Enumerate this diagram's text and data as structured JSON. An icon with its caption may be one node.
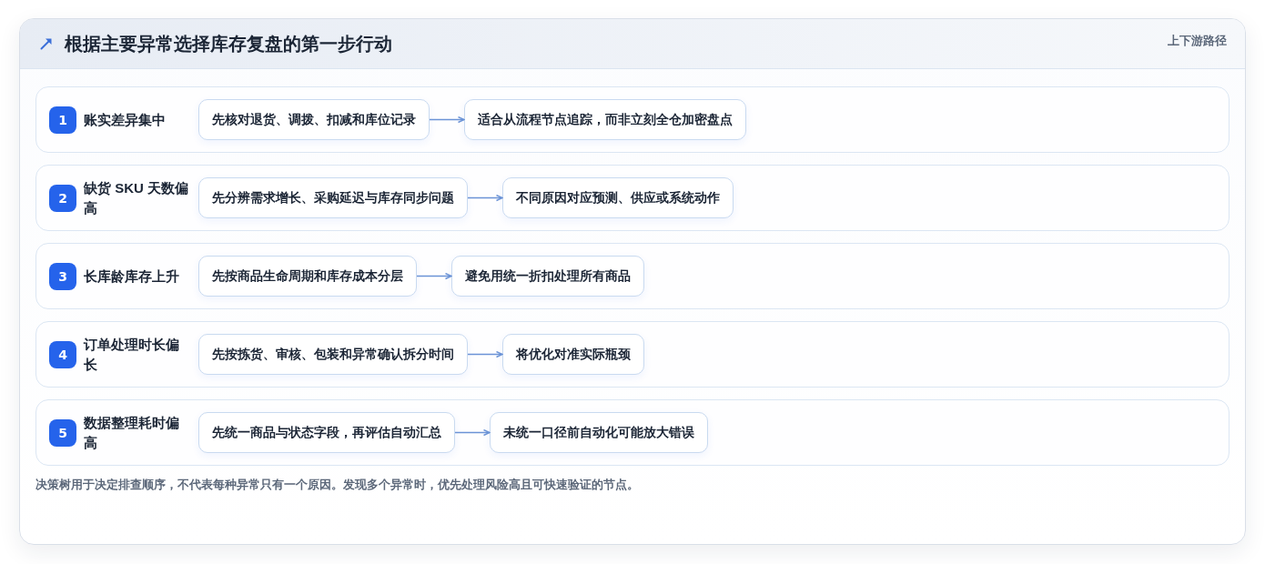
{
  "diagram": {
    "title": "根据主要异常选择库存复盘的第一步行动",
    "nodes": [
      {
        "text": [
          "账实差异集中"
        ]
      },
      {
        "text": [
          "1"
        ],
        "in": 0
      },
      {
        "text": [
          "先核对退货、调拨、扣减和库位记录"
        ],
        "in": 0
      },
      {
        "text": [
          "适合从流程节点追踪，而非立刻全仓加密盘点"
        ],
        "in": 0
      },
      {
        "text": [
          "缺货 SKU 天数偏高"
        ]
      },
      {
        "text": [
          "2"
        ],
        "in": 4
      },
      {
        "text": [
          "先分辨需求增长、采购延迟与库存同步问题"
        ],
        "in": 4
      },
      {
        "text": [
          "不同原因对应预测、供应或系统动作"
        ],
        "in": 4
      },
      {
        "text": [
          "长库龄库存上升"
        ]
      },
      {
        "text": [
          "3"
        ],
        "in": 8
      },
      {
        "text": [
          "先按商品生命周期和库存成本分层"
        ],
        "in": 8
      },
      {
        "text": [
          "避免用统一折扣处理所有商品"
        ],
        "in": 8
      },
      {
        "text": [
          "订单处理时长偏长"
        ]
      },
      {
        "text": [
          "4"
        ],
        "in": 12
      },
      {
        "text": [
          "先按拣货、审核、包装和异常确认拆分时间"
        ],
        "in": 12
      },
      {
        "text": [
          "将优化对准实际瓶颈"
        ],
        "in": 12
      },
      {
        "text": [
          "数据整理耗时偏高"
        ]
      },
      {
        "text": [
          "5"
        ],
        "in": 16
      },
      {
        "text": [
          "先统一商品与状态字段，再评估自动汇总"
        ],
        "in": 16
      },
      {
        "text": [
          "未统一口径前自动化可能放大错误"
        ],
        "in": 16
      }
    ],
    "edges": [
      {
        "from": 2,
        "to": 3,
        "arrow": "to"
      },
      {
        "from": 6,
        "to": 7,
        "arrow": "to"
      },
      {
        "from": 10,
        "to": 11,
        "arrow": "to"
      },
      {
        "from": 14,
        "to": 15,
        "arrow": "to"
      },
      {
        "from": 18,
        "to": 19,
        "arrow": "to"
      }
    ],
    "labels": [
      "上下游路径"
    ],
    "caption": "决策树用于决定排查顺序，不代表每种异常只有一个原因。发现多个异常时，优先处理风险高且可快速验证的节点。"
  }
}
